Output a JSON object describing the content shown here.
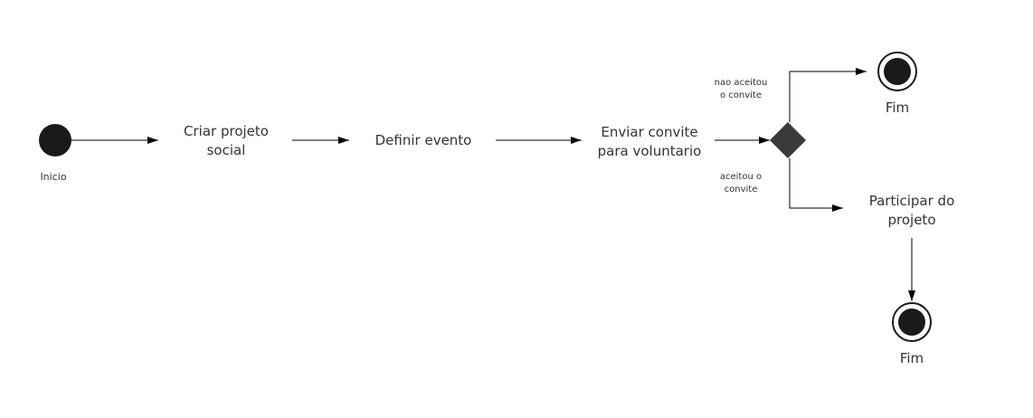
{
  "nodes": {
    "start_label": "Inicio",
    "criar_projeto": "Criar projeto social",
    "definir_evento": "Definir evento",
    "enviar_convite": "Enviar convite para voluntario",
    "participar": "Participar do projeto",
    "fim_top": "Fim",
    "fim_bottom": "Fim"
  },
  "edges": {
    "nao_aceitou": "nao aceitou o convite",
    "aceitou": "aceitou o convite"
  },
  "colors": {
    "node_fill": "#1a1a1a",
    "decision_fill": "#3a3a3a",
    "line": "#000000",
    "text": "#333333"
  }
}
